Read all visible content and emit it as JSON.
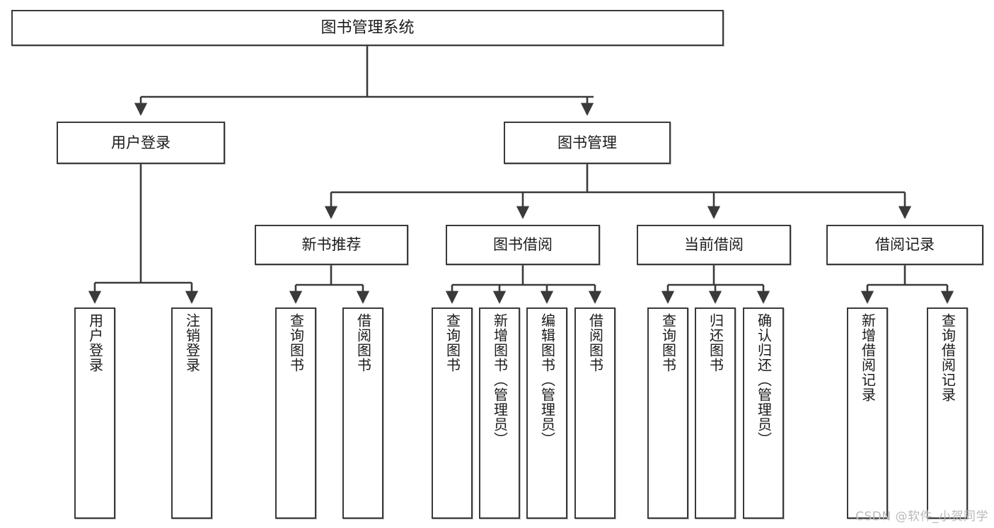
{
  "diagram": {
    "title": "图书管理系统",
    "type": "tree",
    "root": {
      "label": "图书管理系统"
    },
    "level1": [
      {
        "label": "用户登录"
      },
      {
        "label": "图书管理"
      }
    ],
    "level2": [
      {
        "label": "新书推荐"
      },
      {
        "label": "图书借阅"
      },
      {
        "label": "当前借阅"
      },
      {
        "label": "借阅记录"
      }
    ],
    "leaves": {
      "user_login": [
        {
          "label": "用户登录"
        },
        {
          "label": "注销登录"
        }
      ],
      "new_book_recommend": [
        {
          "label": "查询图书"
        },
        {
          "label": "借阅图书"
        }
      ],
      "book_borrow": [
        {
          "label": "查询图书"
        },
        {
          "label": "新增图书（管理员）"
        },
        {
          "label": "编辑图书（管理员）"
        },
        {
          "label": "借阅图书"
        }
      ],
      "current_borrow": [
        {
          "label": "查询图书"
        },
        {
          "label": "归还图书"
        },
        {
          "label": "确认归还（管理员）"
        }
      ],
      "borrow_record": [
        {
          "label": "新增借阅记录"
        },
        {
          "label": "查询借阅记录"
        }
      ]
    }
  },
  "watermark": {
    "text": "CSDN @软件_小贺同学"
  },
  "colors": {
    "border": "#3a3a3a",
    "background": "#ffffff",
    "text": "#1b1b1b",
    "watermark": "#b9b9b9"
  }
}
